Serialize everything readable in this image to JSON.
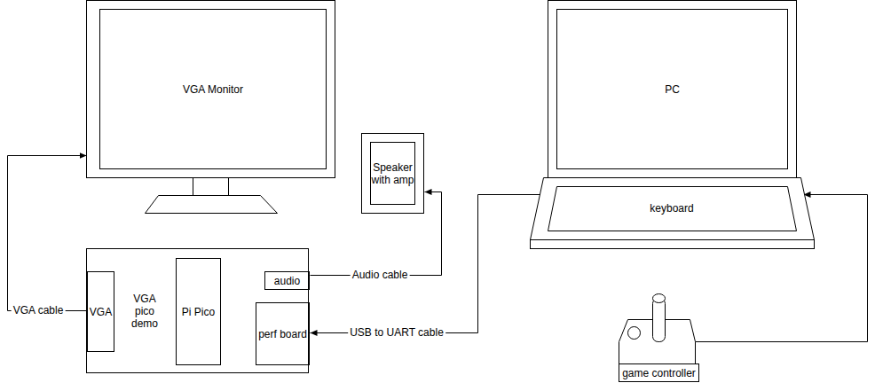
{
  "diagram": {
    "nodes": [
      {
        "text": [
          "VGA Monitor"
        ]
      },
      {
        "text": [
          "Speaker with amp"
        ]
      },
      {
        "text": [
          "PC"
        ]
      },
      {
        "text": [
          "keyboard"
        ]
      },
      {
        "text": [
          "VGA pico demo"
        ]
      },
      {
        "text": [
          "VGA"
        ],
        "in": 4
      },
      {
        "text": [
          "Pi Pico"
        ],
        "in": 4
      },
      {
        "text": [
          "audio"
        ],
        "in": 4
      },
      {
        "text": [
          "perf board"
        ],
        "in": 4
      },
      {
        "text": [
          "game controller"
        ]
      }
    ],
    "edges": [
      {
        "from": 5,
        "to": 0,
        "arrow": "to",
        "label": "VGA cable"
      },
      {
        "from": 7,
        "to": 1,
        "arrow": "to",
        "label": "Audio cable"
      },
      {
        "from": 3,
        "to": 8,
        "arrow": "to",
        "label": "USB to UART cable"
      },
      {
        "from": 9,
        "to": 3,
        "arrow": "to"
      }
    ]
  }
}
